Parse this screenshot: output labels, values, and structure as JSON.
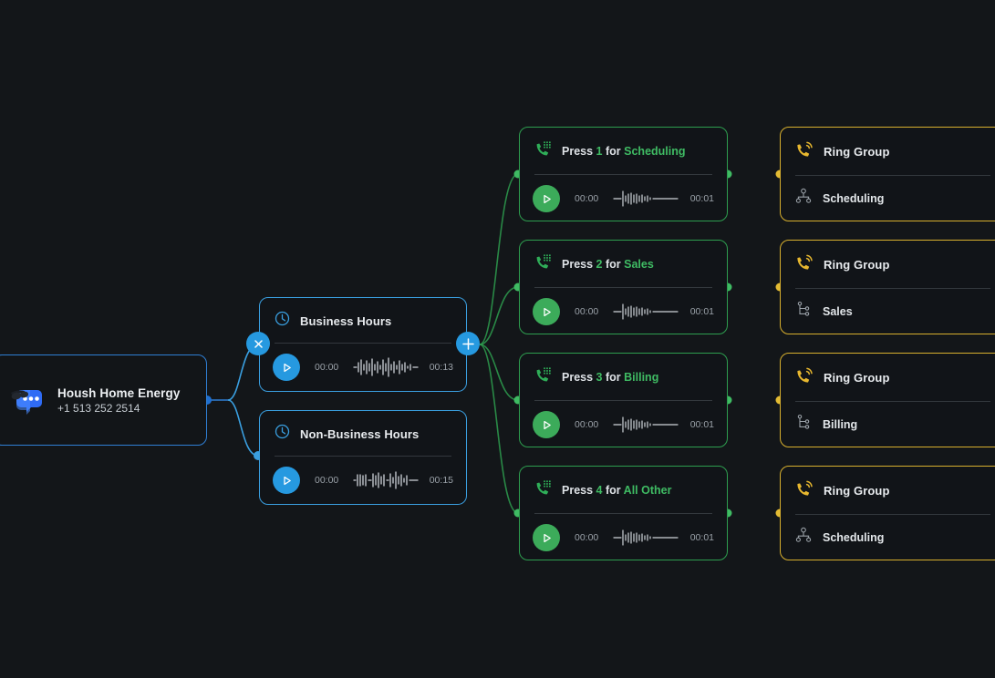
{
  "canvas": {
    "background": "#131619"
  },
  "entry": {
    "name": "Housh Home Energy",
    "phone": "+1 513 252 2514",
    "icon": "chat-bubble-sunglasses-icon",
    "accent": "#2f7fd4"
  },
  "schedules": [
    {
      "title": "Business Hours",
      "icon": "clock-icon",
      "start_time": "00:00",
      "end_time": "00:13",
      "accent": "#3a9fe0"
    },
    {
      "title": "Non-Business Hours",
      "icon": "clock-icon",
      "start_time": "00:00",
      "end_time": "00:15",
      "accent": "#3a9fe0"
    }
  ],
  "edge_buttons": {
    "close_label": "close-icon",
    "plus_label": "plus-icon",
    "accent": "#2699e0"
  },
  "ivr_options": [
    {
      "prefix": "Press",
      "digit": "1",
      "joiner": "for",
      "destination": "Scheduling",
      "icon": "phone-keypad-icon",
      "start_time": "00:00",
      "end_time": "00:01",
      "accent": "#2e9e4f"
    },
    {
      "prefix": "Press",
      "digit": "2",
      "joiner": "for",
      "destination": "Sales",
      "icon": "phone-keypad-icon",
      "start_time": "00:00",
      "end_time": "00:01",
      "accent": "#2e9e4f"
    },
    {
      "prefix": "Press",
      "digit": "3",
      "joiner": "for",
      "destination": "Billing",
      "icon": "phone-keypad-icon",
      "start_time": "00:00",
      "end_time": "00:01",
      "accent": "#2e9e4f"
    },
    {
      "prefix": "Press",
      "digit": "4",
      "joiner": "for",
      "destination": "All Other",
      "icon": "phone-keypad-icon",
      "start_time": "00:00",
      "end_time": "00:01",
      "accent": "#2e9e4f"
    }
  ],
  "ring_groups": [
    {
      "title": "Ring Group",
      "icon": "phone-ringing-icon",
      "group_name": "Scheduling",
      "group_icon": "org-chart-icon",
      "accent": "#d8b02e"
    },
    {
      "title": "Ring Group",
      "icon": "phone-ringing-icon",
      "group_name": "Sales",
      "group_icon": "tree-branch-icon",
      "accent": "#d8b02e"
    },
    {
      "title": "Ring Group",
      "icon": "phone-ringing-icon",
      "group_name": "Billing",
      "group_icon": "tree-branch-icon",
      "accent": "#d8b02e"
    },
    {
      "title": "Ring Group",
      "icon": "phone-ringing-icon",
      "group_name": "Scheduling",
      "group_icon": "org-chart-icon",
      "accent": "#d8b02e"
    }
  ]
}
